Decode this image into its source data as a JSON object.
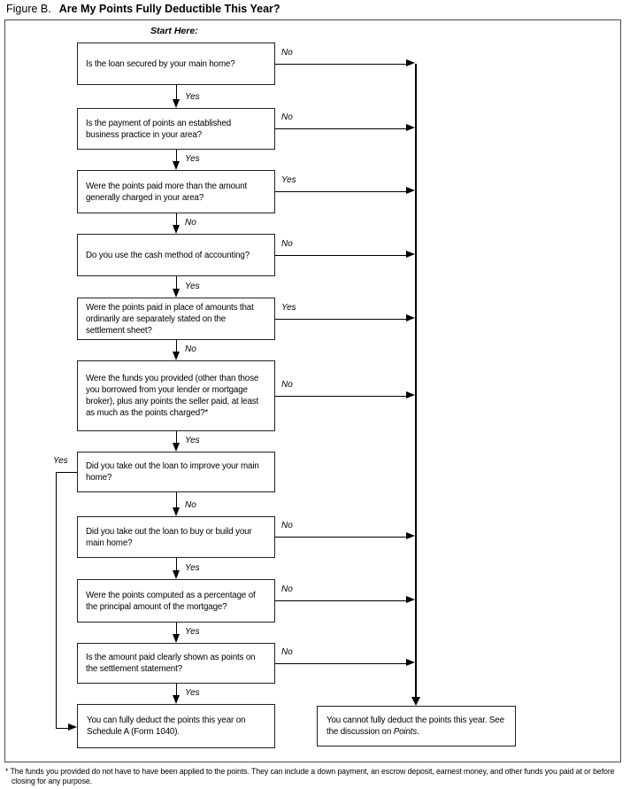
{
  "title": {
    "prefix": "Figure B.",
    "main": "Are My Points Fully Deductible This Year?"
  },
  "start_here": "Start Here:",
  "questions": [
    {
      "text": "Is the loan secured by your main home?",
      "side_label": "No",
      "side": "right",
      "down_label": "Yes"
    },
    {
      "text": "Is the payment of points an established business practice in your area?",
      "side_label": "No",
      "side": "right",
      "down_label": "Yes"
    },
    {
      "text": "Were the points paid more than the amount generally charged in your area?",
      "side_label": "Yes",
      "side": "right",
      "down_label": "No"
    },
    {
      "text": "Do you use the cash method of accounting?",
      "side_label": "No",
      "side": "right",
      "down_label": "Yes"
    },
    {
      "text": "Were the points paid in place of amounts that ordinarily are separately stated on the settlement sheet?",
      "side_label": "Yes",
      "side": "right",
      "down_label": "No"
    },
    {
      "text": "Were the funds you provided (other than those you borrowed from your lender or mortgage broker), plus any points the seller paid, at least as much as the points charged?*",
      "side_label": "No",
      "side": "right",
      "down_label": "Yes"
    },
    {
      "text": "Did you take out the loan to improve your main home?",
      "side_label": "Yes",
      "side": "left",
      "down_label": "No"
    },
    {
      "text": "Did you take out the loan to buy or build your main home?",
      "side_label": "No",
      "side": "right",
      "down_label": "Yes"
    },
    {
      "text": "Were the points computed as a percentage of the principal amount of the mortgage?",
      "side_label": "No",
      "side": "right",
      "down_label": "Yes"
    },
    {
      "text": "Is the amount paid clearly shown as points on the settlement statement?",
      "side_label": "No",
      "side": "right",
      "down_label": "Yes"
    }
  ],
  "outcomes": {
    "deduct": "You can fully deduct the points this year on Schedule A (Form 1040).",
    "no_deduct_before": "You cannot fully deduct the points this year. See the discussion on ",
    "no_deduct_italic": "Points",
    "no_deduct_after": "."
  },
  "footnote": "* The funds you provided do not have to have been applied to the points. They can include a down payment, an escrow deposit, earnest money, and other funds you paid at or before closing for any purpose.",
  "colors": {
    "line": "#000000",
    "text": "#000000",
    "background": "#ffffff"
  }
}
